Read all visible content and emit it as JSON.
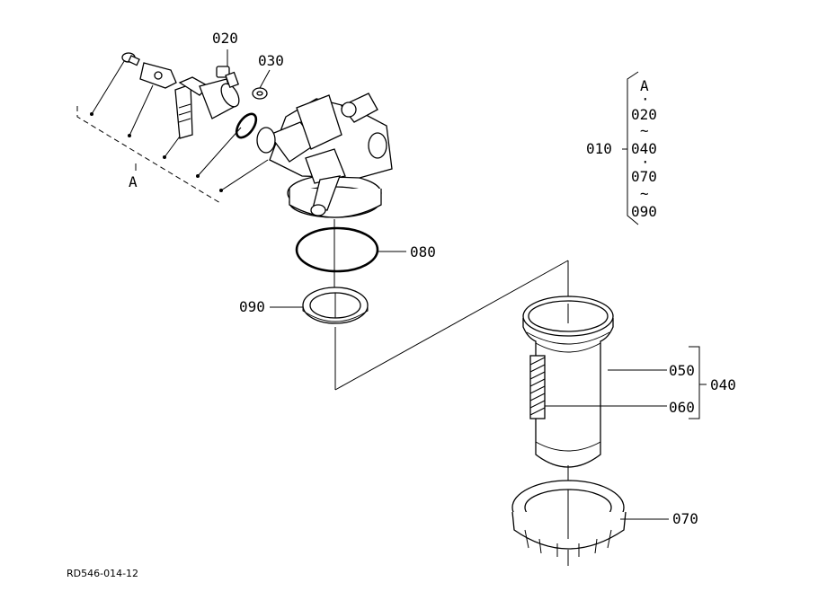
{
  "labels": {
    "p020": "020",
    "p030": "030",
    "p080": "080",
    "p090": "090",
    "p050": "050",
    "p060": "060",
    "p070": "070",
    "p040": "040",
    "pA": "A"
  },
  "kit": {
    "title": "A",
    "parent": "010",
    "dot": "·",
    "tilde": "~",
    "items": [
      "020",
      "040",
      "070",
      "090"
    ]
  },
  "drawing_number": "RD546-014-12"
}
